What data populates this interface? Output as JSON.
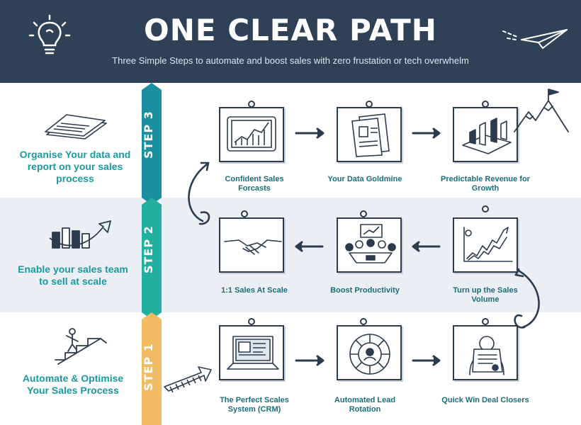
{
  "header": {
    "title": "ONE CLEAR PATH",
    "subtitle": "Three Simple Steps to automate and boost sales with zero frustation or tech overwhelm"
  },
  "steps": [
    {
      "label": "STEP 3",
      "description": "Organise Your data and report on your sales process",
      "color": "#1a8fa0"
    },
    {
      "label": "STEP 2",
      "description": "Enable your sales team to sell at scale",
      "color": "#21b0a0"
    },
    {
      "label": "STEP 1",
      "description": "Automate & Optimise Your Sales Process",
      "color": "#f0bb63"
    }
  ],
  "cards": {
    "step3": [
      "Confident Sales Forcasts",
      "Your Data Goldmine",
      "Predictable Revenue for Growth"
    ],
    "step2": [
      "1:1 Sales At Scale",
      "Boost Productivity",
      "Turn up the Sales Volume"
    ],
    "step1": [
      "The Perfect Scales System (CRM)",
      "Automated Lead Rotation",
      "Quick Win Deal Closers"
    ]
  },
  "icons": {
    "header_left": "lightbulb-icon",
    "header_right": "paper-plane-icon",
    "step3": "documents-icon",
    "step2": "growth-chart-icon",
    "step1": "climbing-stairs-icon",
    "summit": "mountain-flag-icon"
  },
  "colors": {
    "header_bg": "#2e4157",
    "band_alt_bg": "#ebeef3",
    "label_teal": "#1a9aa0",
    "ink": "#2c3b4d"
  }
}
